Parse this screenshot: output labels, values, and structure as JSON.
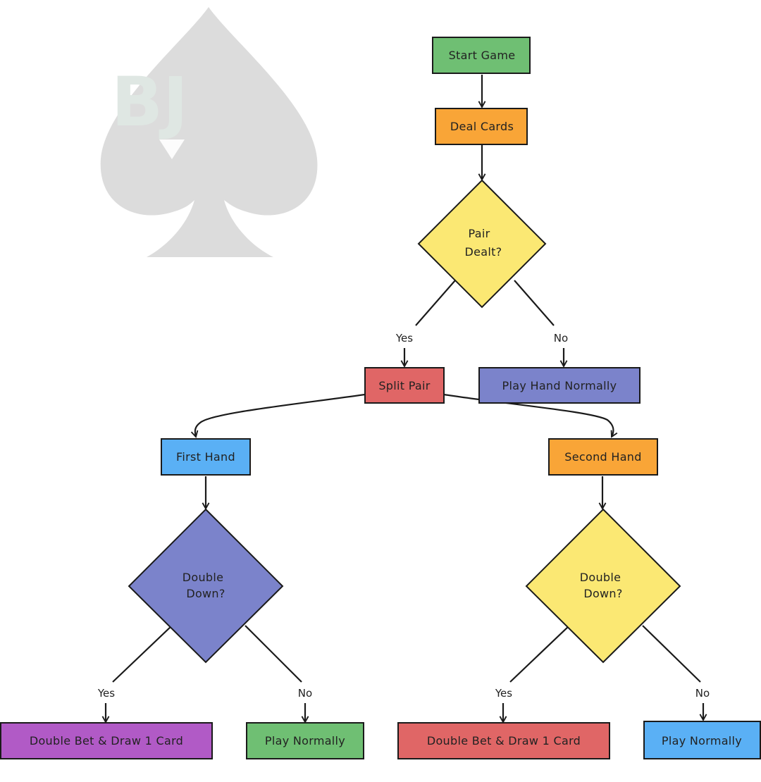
{
  "logo": {
    "text": "BJ",
    "icon": "spade-icon",
    "color": "#dcdcdc"
  },
  "nodes": {
    "start": {
      "label": "Start Game",
      "color": "#6fbf73"
    },
    "deal": {
      "label": "Deal Cards",
      "color": "#f9a537"
    },
    "pair": {
      "label": [
        "Pair",
        "Dealt?"
      ],
      "color": "#fbe873"
    },
    "split": {
      "label": "Split Pair",
      "color": "#e06666"
    },
    "playHand": {
      "label": "Play Hand Normally",
      "color": "#7b83cb"
    },
    "first": {
      "label": "First Hand",
      "color": "#5ab0f5"
    },
    "second": {
      "label": "Second Hand",
      "color": "#f9a537"
    },
    "dd1": {
      "label": [
        "Double",
        "Down?"
      ],
      "color": "#7b83cb"
    },
    "dd2": {
      "label": [
        "Double",
        "Down?"
      ],
      "color": "#fbe873"
    },
    "doubleBet1": {
      "label": "Double Bet & Draw 1 Card",
      "color": "#b15ac6"
    },
    "playNormally1": {
      "label": "Play Normally",
      "color": "#6fbf73"
    },
    "doubleBet2": {
      "label": "Double Bet & Draw 1 Card",
      "color": "#e06666"
    },
    "playNormally2": {
      "label": "Play Normally",
      "color": "#5ab0f5"
    }
  },
  "edges": {
    "pair_yes": "Yes",
    "pair_no": "No",
    "dd1_yes": "Yes",
    "dd1_no": "No",
    "dd2_yes": "Yes",
    "dd2_no": "No"
  }
}
